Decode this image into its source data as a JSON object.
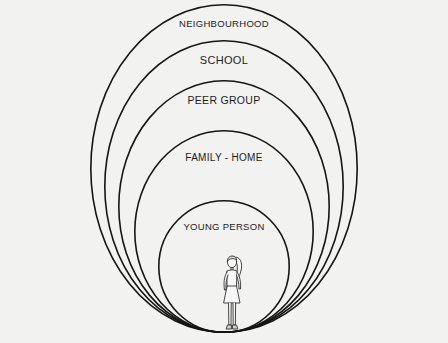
{
  "diagram": {
    "nodes": [
      {
        "text": [
          "NEIGHBOURHOOD"
        ]
      },
      {
        "text": [
          "SCHOOL"
        ],
        "in": 0
      },
      {
        "text": [
          "PEER GROUP"
        ],
        "in": 1
      },
      {
        "text": [
          "FAMILY - HOME"
        ],
        "in": 2
      },
      {
        "text": [
          "YOUNG PERSON"
        ],
        "in": 3
      }
    ]
  }
}
